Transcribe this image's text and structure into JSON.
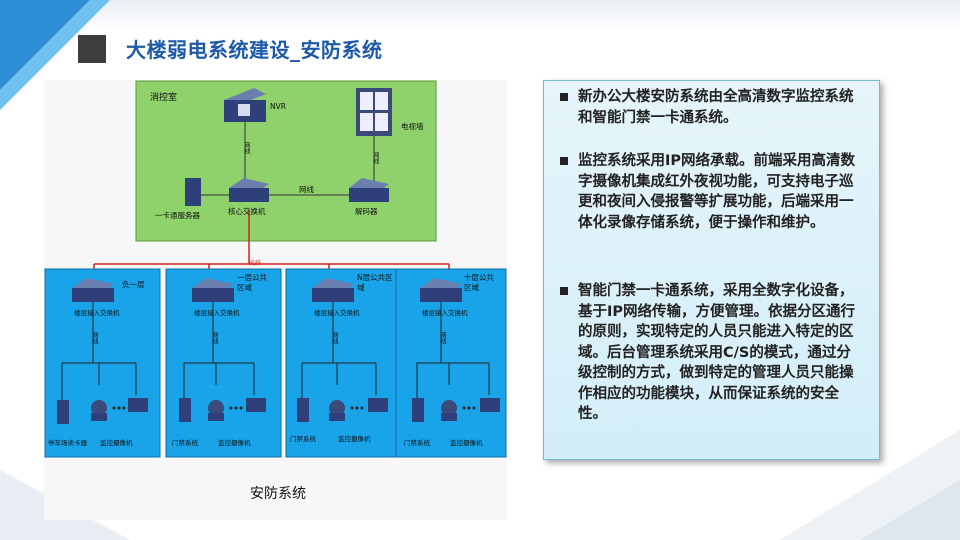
{
  "title": "大楼弱电系统建设_安防系统",
  "diagram": {
    "control_room": {
      "label": "消控室",
      "nvr": "NVR",
      "tv_wall": "电视墙",
      "card_server": "一卡通服务器",
      "core_switch": "核心交换机",
      "decoder": "解码器",
      "net_cable_1": "网线",
      "net_cable_2": "网线",
      "net_cable_3": "网线"
    },
    "fiber": "光纤",
    "zones": [
      {
        "name": "负一层",
        "switch": "楼层接入交换机",
        "cable": "网线",
        "dev1": "停车场读卡器",
        "dev2": "监控摄像机"
      },
      {
        "name": "一层公共区域",
        "switch": "楼层接入交换机",
        "cable": "网线",
        "dev1": "门禁系统",
        "dev2": "监控摄像机"
      },
      {
        "name": "N层公共区域",
        "switch": "楼层接入交换机",
        "cable": "网线",
        "dev1": "门禁系统",
        "dev2": "监控摄像机"
      },
      {
        "name": "十层公共区域",
        "switch": "楼层接入交换机",
        "cable": "网线",
        "dev1": "门禁系统",
        "dev2": "监控摄像机"
      }
    ],
    "caption": "安防系统"
  },
  "bullets": [
    "新办公大楼安防系统由全高清数字监控系统和智能门禁一卡通系统。",
    "监控系统采用IP网络承载。前端采用高清数字摄像机集成红外夜视功能，可支持电子巡更和夜间入侵报警等扩展功能，后端采用一体化录像存储系统，便于操作和维护。",
    "智能门禁一卡通系统，采用全数字化设备，基于IP网络传输，方便管理。依据分区通行的原则，实现特定的人员只能进入特定的区域。后台管理系统采用C/S的模式，通过分级控制的方式，做到特定的管理人员只能操作相应的功能模块，从而保证系统的安全性。"
  ],
  "colors": {
    "title": "#1e5aa8",
    "control_room_bg": "#8fd16a",
    "zone_bg": "#19a3e8",
    "fiber_line": "#d42020"
  }
}
